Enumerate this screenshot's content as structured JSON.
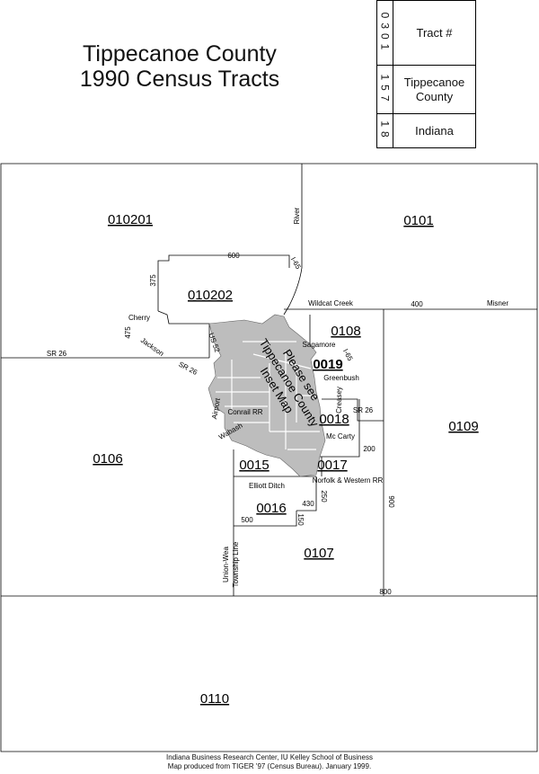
{
  "title": {
    "line1": "Tippecanoe County",
    "line2": "1990 Census Tracts"
  },
  "legend": [
    {
      "code": "0301",
      "label": "Tract #"
    },
    {
      "code": "157",
      "label": "Tippecanoe\nCounty"
    },
    {
      "code": "18",
      "label": "Indiana"
    }
  ],
  "tracts": {
    "t010201": "010201",
    "t0101": "0101",
    "t010202": "010202",
    "t0108": "0108",
    "t0019": "0019",
    "t0018": "0018",
    "t0109": "0109",
    "t0106": "0106",
    "t0015": "0015",
    "t0017": "0017",
    "t0016": "0016",
    "t0107": "0107",
    "t0110": "0110"
  },
  "roads": {
    "river": "River",
    "r600": "600",
    "i65a": "I-65",
    "r375": "375",
    "wildcat": "Wildcat Creek",
    "r400": "400",
    "misner": "Misner",
    "cherry": "Cherry",
    "r475": "475",
    "jackson": "Jackson",
    "us52": "US 52",
    "sagamore": "Sagamore",
    "i65b": "I-65",
    "sr26w": "SR 26",
    "sr26mid": "SR 26",
    "greenbush": "Greenbush",
    "creasy": "Creasey",
    "sr26e": "SR 26",
    "airport": "Airport",
    "conrail": "Conrail RR",
    "wabash": "Wabash",
    "mccarty": "Mc Carty",
    "r200": "200",
    "norfolk": "Norfolk & Western RR",
    "elliott": "Elliott Ditch",
    "r250": "250",
    "r430": "430",
    "r150": "150",
    "r500": "500",
    "r900": "900",
    "unionwea": "Union-Wea",
    "township": "Township Line",
    "r800": "800"
  },
  "inset_note": {
    "line1": "Please see",
    "line2": "Tippecanoe County",
    "line3": "Inset Map"
  },
  "credit": {
    "line1": "Indiana Business Research Center, IU Kelley School of Business",
    "line2": "Map produced from TIGER '97 (Census Bureau). January 1999."
  },
  "colors": {
    "inset_fill": "#bdbdbd",
    "boundary": "#000000",
    "background": "#ffffff"
  }
}
